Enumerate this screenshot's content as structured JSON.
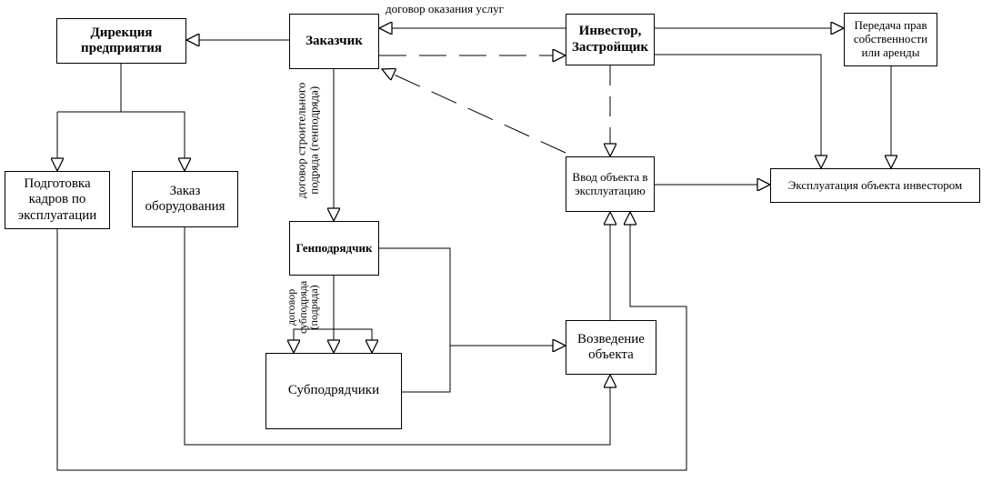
{
  "nodes": {
    "direction": "Дирекция предприятия",
    "customer": "Заказчик",
    "investor": "Инвестор, Застройщик",
    "rights": "Передача прав собственности или аренды",
    "training": "Подготовка кадров по эксплуатации",
    "equipment": "Заказ оборудования",
    "commissioning": "Ввод объекта в эксплуатацию",
    "operation": "Эксплуатация объекта инвестором",
    "general_contractor": "Генподрядчик",
    "subcontractors": "Субподрядчики",
    "construction": "Возведение объекта"
  },
  "edge_labels": {
    "services_contract": "договор оказания услуг",
    "construction_contract": "договор строительного подряда (генподряда)",
    "subcontract": "договор субподряда (подряда)"
  },
  "colors": {
    "line": "#000000",
    "background": "#ffffff"
  }
}
